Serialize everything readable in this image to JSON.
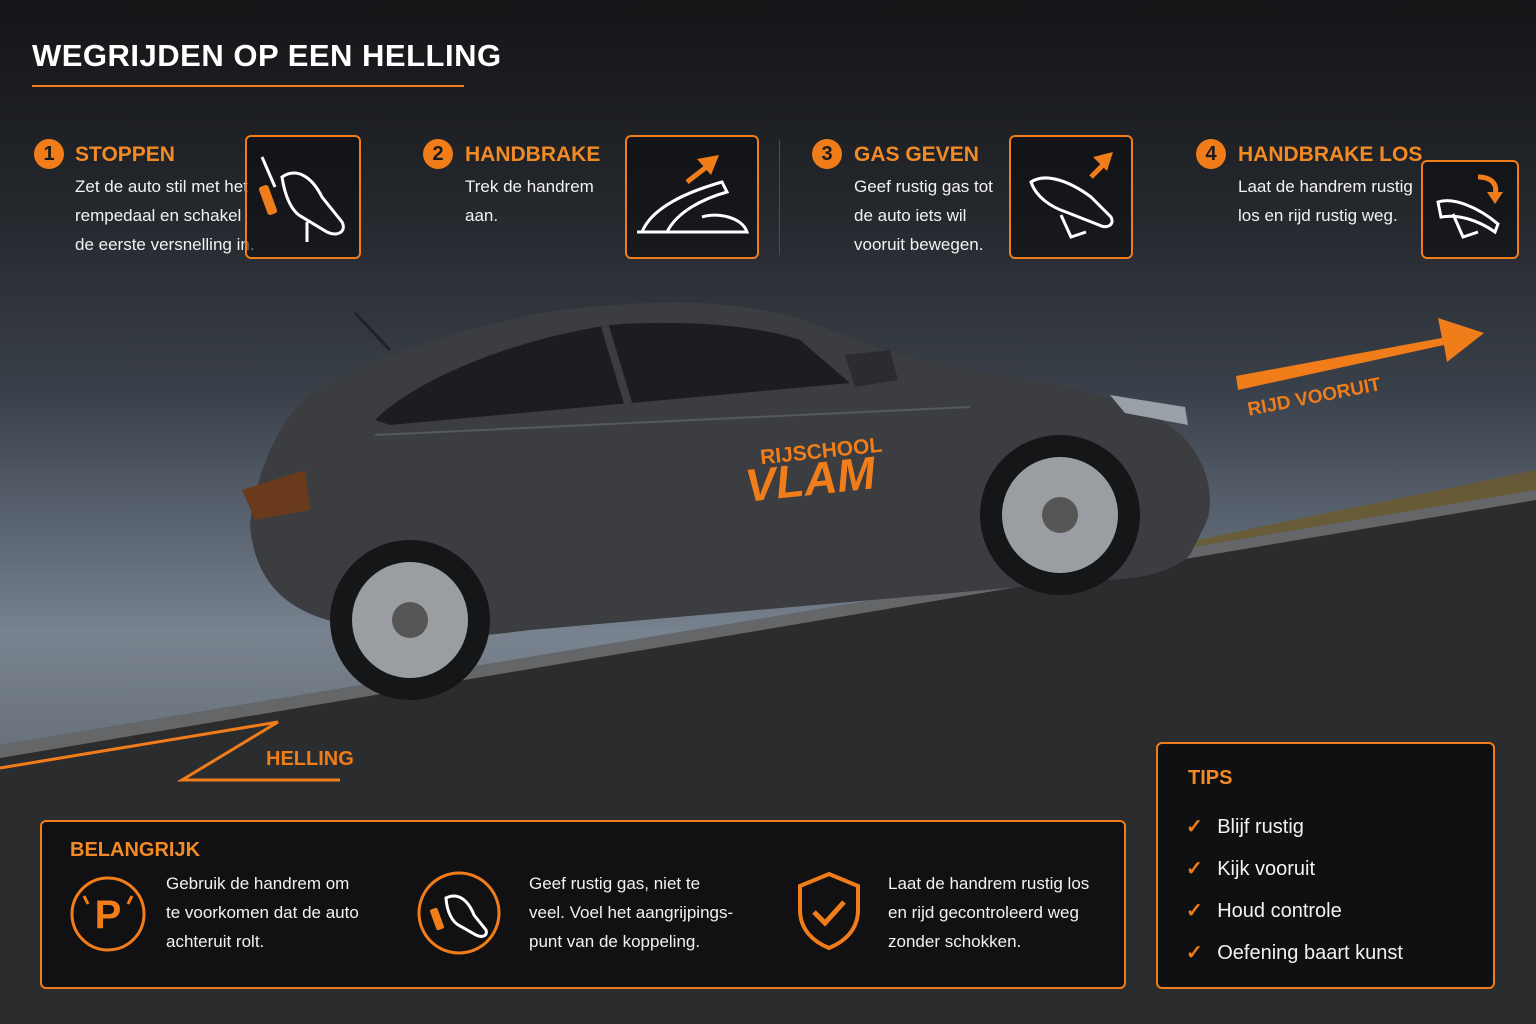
{
  "header": {
    "title": "WEGRIJDEN OP EEN HELLING"
  },
  "steps": [
    {
      "number": "1",
      "title": "STOPPEN",
      "lines": [
        "Zet de auto stil met het",
        "rempedaal en schakel",
        "de eerste versnelling in."
      ],
      "icon": "brake-pedal-icon"
    },
    {
      "number": "2",
      "title": "HANDBRAKE",
      "lines": [
        "Trek de handrem",
        "aan."
      ],
      "icon": "handbrake-pull-icon"
    },
    {
      "number": "3",
      "title": "GAS GEVEN",
      "lines": [
        "Geef rustig gas tot",
        "de auto iets wil",
        "vooruit bewegen."
      ],
      "icon": "accelerator-pedal-icon"
    },
    {
      "number": "4",
      "title": "HANDBRAKE LOS",
      "lines": [
        "Laat de handrem rustig",
        "los en rijd rustig weg."
      ],
      "icon": "handbrake-release-icon"
    }
  ],
  "scene": {
    "brand_top": "RIJSCHOOL",
    "brand_main": "VLAM",
    "forward_label": "RIJD VOORUIT",
    "slope_label": "HELLING"
  },
  "important": {
    "title": "BELANGRIJK",
    "items": [
      {
        "icon": "parking-brake-icon",
        "lines": [
          "Gebruik de handrem om",
          "te voorkomen dat de auto",
          "achteruit rolt."
        ]
      },
      {
        "icon": "pedal-foot-icon",
        "lines": [
          "Geef rustig gas, niet te",
          "veel. Voel het aangrijpings-",
          "punt van de koppeling."
        ]
      },
      {
        "icon": "shield-check-icon",
        "lines": [
          "Laat de handrem rustig los",
          "en rijd gecontroleerd weg",
          "zonder schokken."
        ]
      }
    ]
  },
  "tips": {
    "title": "TIPS",
    "items": [
      "Blijf rustig",
      "Kijk vooruit",
      "Houd controle",
      "Oefening baart kunst"
    ]
  },
  "colors": {
    "accent": "#f07d1a",
    "car": "#3b3d40",
    "road": "#2b2c2e"
  }
}
